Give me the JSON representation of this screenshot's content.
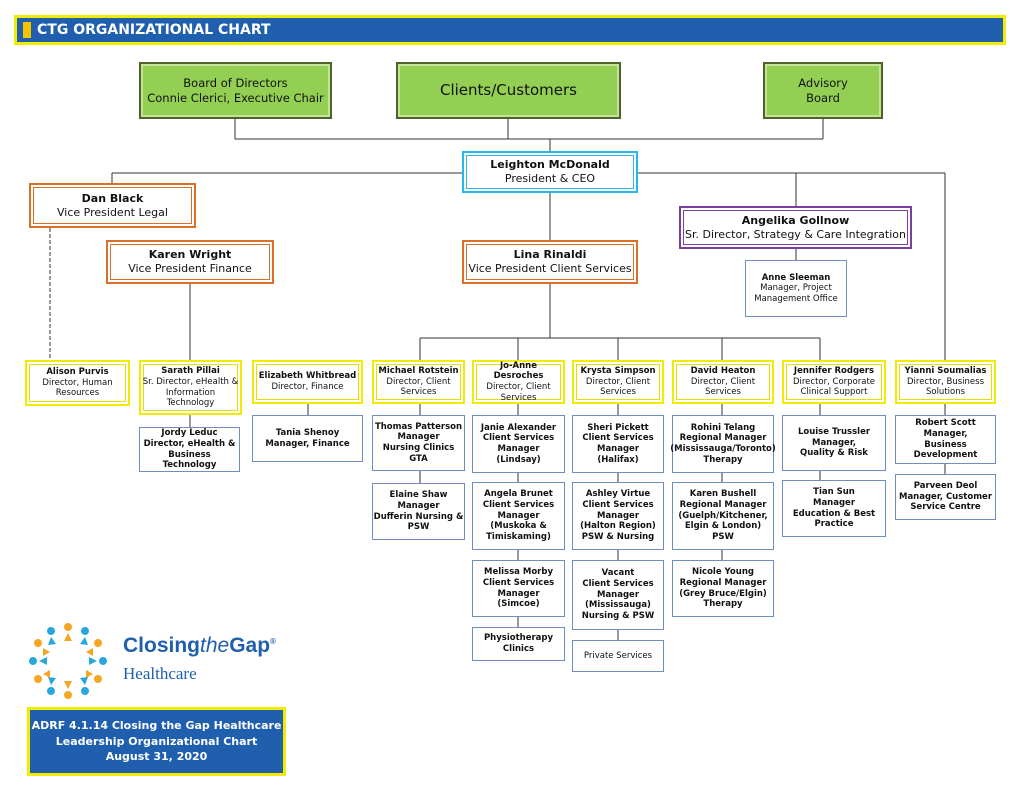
{
  "header": {
    "title": "CTG ORGANIZATIONAL CHART"
  },
  "top": {
    "board": {
      "line1": "Board of Directors",
      "line2": "Connie Clerici, Executive Chair"
    },
    "clients": {
      "label": "Clients/Customers"
    },
    "advisory": {
      "line1": "Advisory",
      "line2": "Board"
    }
  },
  "ceo": {
    "name": "Leighton McDonald",
    "title": "President & CEO"
  },
  "vps": {
    "legal": {
      "name": "Dan Black",
      "title": "Vice President Legal"
    },
    "finance": {
      "name": "Karen Wright",
      "title": "Vice President Finance"
    },
    "client_services": {
      "name": "Lina Rinaldi",
      "title": "Vice President Client Services"
    },
    "strategy": {
      "name": "Angelika Gollnow",
      "title": "Sr. Director, Strategy & Care Integration"
    }
  },
  "pmo": {
    "name": "Anne Sleeman",
    "title": "Manager, Project Management Office"
  },
  "directors": [
    {
      "name": "Alison Purvis",
      "title": "Director, Human Resources"
    },
    {
      "name": "Sarath Pillai",
      "title": "Sr. Director, eHealth & Information Technology"
    },
    {
      "name": "Elizabeth Whitbread",
      "title": "Director, Finance"
    },
    {
      "name": "Michael Rotstein",
      "title": "Director, Client Services"
    },
    {
      "name": "Jo-Anne Desroches",
      "title": "Director, Client Services"
    },
    {
      "name": "Krysta Simpson",
      "title": "Director, Client Services"
    },
    {
      "name": "David Heaton",
      "title": "Director, Client Services"
    },
    {
      "name": "Jennifer Rodgers",
      "title": "Director, Corporate Clinical  Support"
    },
    {
      "name": "Yianni Soumalias",
      "title": "Director, Business Solutions"
    }
  ],
  "managers": {
    "jordy": {
      "name": "Jordy Leduc",
      "title": "Director, eHealth & Business Technology"
    },
    "tania": {
      "name": "Tania Shenoy",
      "title": "Manager, Finance"
    },
    "thomas": {
      "name": "Thomas Patterson",
      "l2": "Manager",
      "l3": "Nursing Clinics GTA"
    },
    "elaine": {
      "name": "Elaine Shaw",
      "l2": "Manager",
      "l3": "Dufferin Nursing & PSW"
    },
    "janie": {
      "name": "Janie Alexander",
      "l2": "Client Services",
      "l3": "Manager",
      "l4": "(Lindsay)"
    },
    "angela": {
      "name": "Angela Brunet",
      "l2": "Client Services",
      "l3": "Manager",
      "l4": "(Muskoka & Timiskaming)"
    },
    "melissa": {
      "name": "Melissa Morby",
      "l2": "Client Services",
      "l3": "Manager",
      "l4": "(Simcoe)"
    },
    "physio": {
      "name": "Physiotherapy Clinics"
    },
    "sheri": {
      "name": "Sheri Pickett",
      "l2": "Client Services",
      "l3": "Manager",
      "l4": "(Halifax)"
    },
    "ashley": {
      "name": "Ashley Virtue",
      "l2": "Client Services",
      "l3": "Manager",
      "l4": "(Halton Region)",
      "l5": "PSW & Nursing"
    },
    "vacant": {
      "name": "Vacant",
      "l2": "Client Services",
      "l3": "Manager",
      "l4": "(Mississauga)",
      "l5": "Nursing & PSW"
    },
    "private": {
      "label": "Private Services"
    },
    "rohini": {
      "name": "Rohini Telang",
      "l2": "Regional Manager",
      "l3": "(Mississauga/Toronto)",
      "l4": "Therapy"
    },
    "karenb": {
      "name": "Karen Bushell",
      "l2": "Regional Manager",
      "l3": "(Guelph/Kitchener, Elgin & London)",
      "l4": "PSW"
    },
    "nicole": {
      "name": "Nicole Young",
      "l2": "Regional Manager",
      "l3": "(Grey Bruce/Elgin)",
      "l4": "Therapy"
    },
    "louise": {
      "name": "Louise Trussler",
      "l2": "Manager,",
      "l3": "Quality & Risk"
    },
    "tian": {
      "name": "Tian Sun",
      "l2": "Manager",
      "l3": "Education & Best Practice"
    },
    "robert": {
      "name": "Robert Scott",
      "l2": "Manager,",
      "l3": "Business Development"
    },
    "parveen": {
      "name": "Parveen Deol",
      "l2": "Manager, Customer Service Centre"
    }
  },
  "logo": {
    "word1": "Closing",
    "word2": "the",
    "word3": "Gap",
    "reg": "®",
    "line2": "Healthcare"
  },
  "footer": {
    "line1": "ADRF 4.1.14 Closing the Gap Healthcare",
    "line2": "Leadership Organizational Chart",
    "line3": "August 31, 2020"
  },
  "colors": {
    "title_bg": "#1f5fae",
    "title_border": "#f2ec00",
    "green": "#92cf52",
    "cyan": "#29b6e8",
    "orange": "#d9702a",
    "purple": "#7a3fa0",
    "yellow": "#f2ec00",
    "blue_border": "#6d8fc4"
  }
}
